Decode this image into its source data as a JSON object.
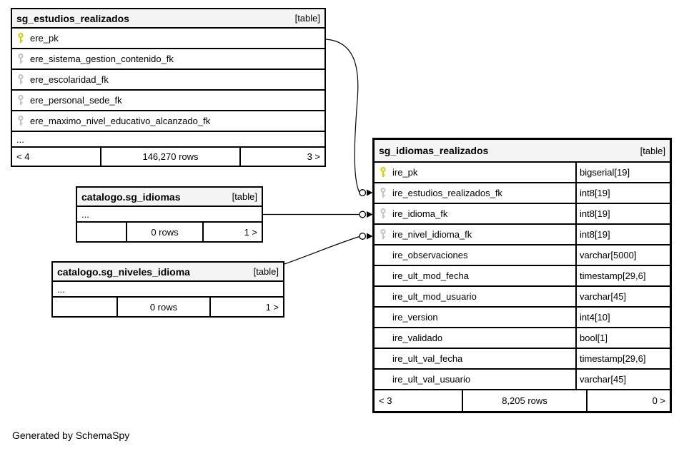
{
  "generator_note": "Generated by SchemaSpy",
  "colors": {
    "primary_key_icon": "#d2d200",
    "foreign_key_icon": "#c4c4c4",
    "header_bg": "#f4f4f4",
    "line": "#000000"
  },
  "tables": [
    {
      "title": "sg_estudios_realizados",
      "tag": "[table]",
      "columns": [
        {
          "name": "ere_pk",
          "key": "pk"
        },
        {
          "name": "ere_sistema_gestion_contenido_fk",
          "key": "fk"
        },
        {
          "name": "ere_escolaridad_fk",
          "key": "fk"
        },
        {
          "name": "ere_personal_sede_fk",
          "key": "fk"
        },
        {
          "name": "ere_maximo_nivel_educativo_alcanzado_fk",
          "key": "fk"
        },
        {
          "name": "..."
        }
      ],
      "footer": {
        "left": "< 4",
        "center": "146,270 rows",
        "right": "3 >"
      }
    },
    {
      "title": "catalogo.sg_idiomas",
      "tag": "[table]",
      "columns": [
        {
          "name": "..."
        }
      ],
      "footer": {
        "left": "",
        "center": "0 rows",
        "right": "1 >"
      }
    },
    {
      "title": "catalogo.sg_niveles_idioma",
      "tag": "[table]",
      "columns": [
        {
          "name": "..."
        }
      ],
      "footer": {
        "left": "",
        "center": "0 rows",
        "right": "1 >"
      }
    },
    {
      "title": "sg_idiomas_realizados",
      "tag": "[table]",
      "columns": [
        {
          "name": "ire_pk",
          "type": "bigserial[19]",
          "key": "pk"
        },
        {
          "name": "ire_estudios_realizados_fk",
          "type": "int8[19]",
          "key": "fk"
        },
        {
          "name": "ire_idioma_fk",
          "type": "int8[19]",
          "key": "fk"
        },
        {
          "name": "ire_nivel_idioma_fk",
          "type": "int8[19]",
          "key": "fk"
        },
        {
          "name": "ire_observaciones",
          "type": "varchar[5000]"
        },
        {
          "name": "ire_ult_mod_fecha",
          "type": "timestamp[29,6]"
        },
        {
          "name": "ire_ult_mod_usuario",
          "type": "varchar[45]"
        },
        {
          "name": "ire_version",
          "type": "int4[10]"
        },
        {
          "name": "ire_validado",
          "type": "bool[1]"
        },
        {
          "name": "ire_ult_val_fecha",
          "type": "timestamp[29,6]"
        },
        {
          "name": "ire_ult_val_usuario",
          "type": "varchar[45]"
        }
      ],
      "footer": {
        "left": "< 3",
        "center": "8,205 rows",
        "right": "0 >"
      }
    }
  ],
  "relationships": [
    {
      "from": "sg_estudios_realizados.ere_pk",
      "to": "sg_idiomas_realizados.ire_estudios_realizados_fk"
    },
    {
      "from": "catalogo.sg_idiomas",
      "to": "sg_idiomas_realizados.ire_idioma_fk"
    },
    {
      "from": "catalogo.sg_niveles_idioma",
      "to": "sg_idiomas_realizados.ire_nivel_idioma_fk"
    }
  ]
}
